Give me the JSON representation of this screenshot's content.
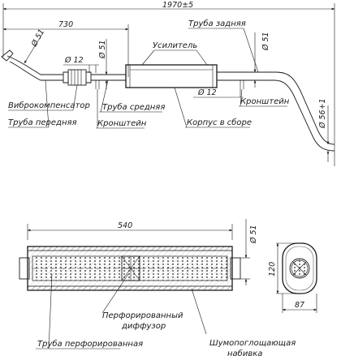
{
  "dimensions": {
    "overall_length": "1970±5",
    "front_length": "730",
    "front_pipe_dia": "Ø 51",
    "middle_pipe_dia": "Ø 51",
    "bracket_dia_left": "Ø 12",
    "bracket_dia_right": "Ø 12",
    "rear_pipe_dia": "Ø 51",
    "tail_dia": "Ø 56+1",
    "muffler_length": "540",
    "muffler_pipe_dia": "Ø 51",
    "muffler_height": "120",
    "muffler_width": "87"
  },
  "labels": {
    "reinforcement": "Усилитель",
    "rear_pipe": "Труба задняя",
    "vibration_compensator": "Виброкомпенсатор",
    "front_pipe": "Труба передняя",
    "middle_pipe": "Труба средняя",
    "bracket_left": "Кронштейн",
    "bracket_right": "Кронштейн",
    "body_assembly": "Корпус в сборе",
    "perforated_diffuser_1": "Перфорированный",
    "perforated_diffuser_2": "диффузор",
    "perforated_pipe": "Труба перфорированная",
    "sound_packing_1": "Шумопоглощающая",
    "sound_packing_2": "набивка"
  }
}
